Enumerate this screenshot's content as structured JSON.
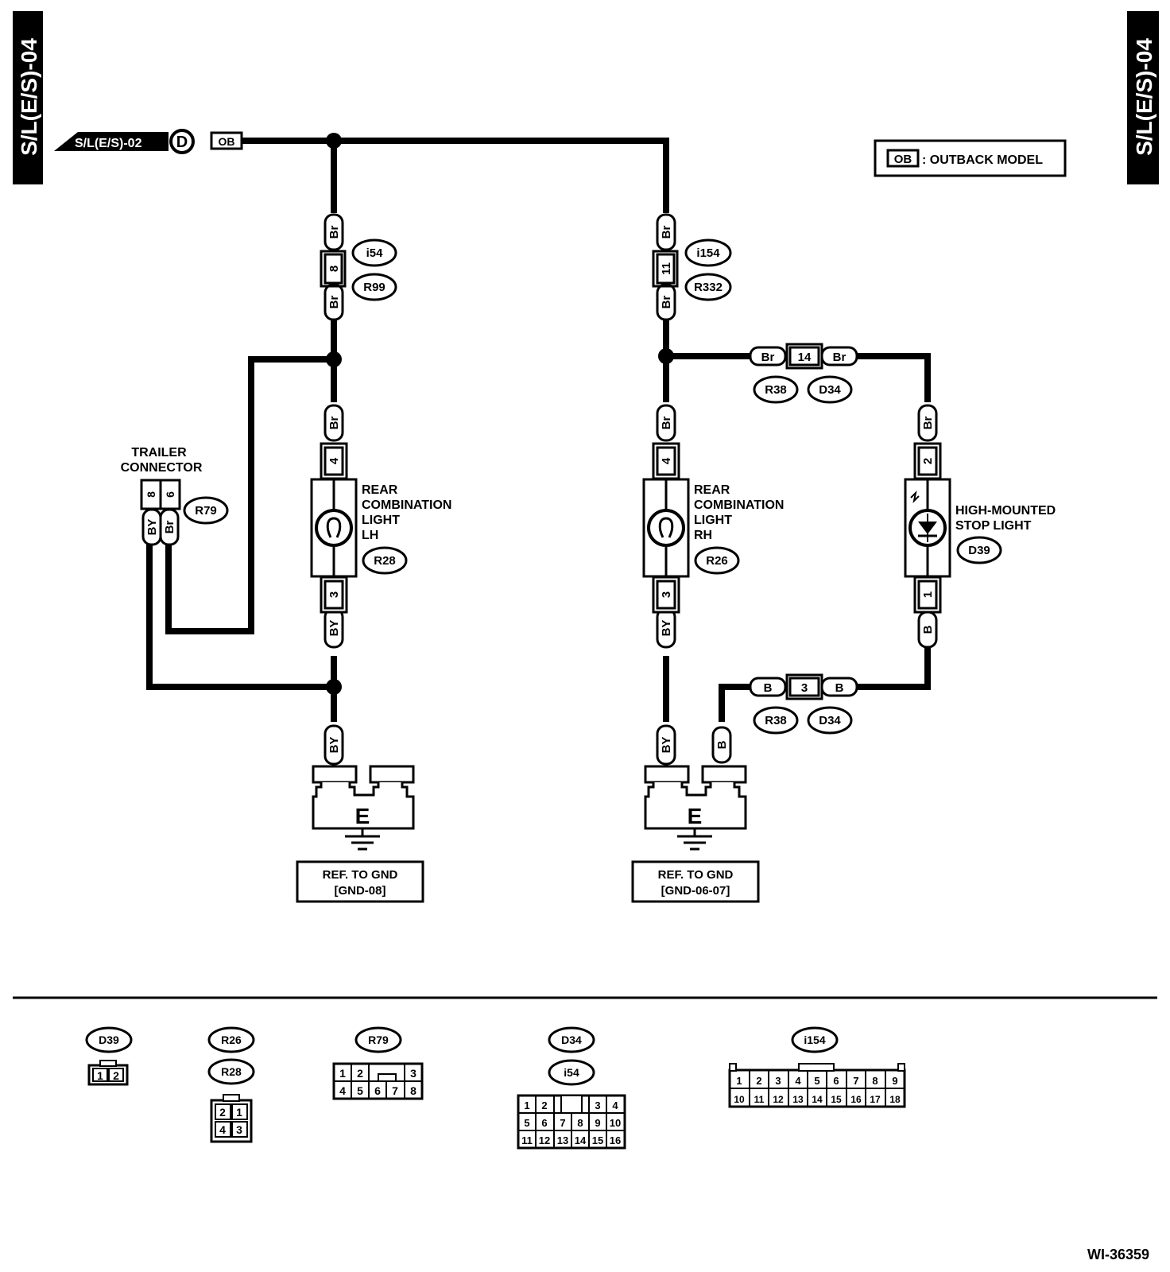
{
  "side_tab": {
    "left": "S/L(E/S)-04",
    "right": "S/L(E/S)-04"
  },
  "source": {
    "label": "S/L(E/S)-02",
    "terminal": "D",
    "ob_tag": "OB"
  },
  "legend": {
    "tag": "OB",
    "text": ": OUTBACK MODEL"
  },
  "wire_colors": {
    "br": "Br",
    "by": "BY",
    "b": "B"
  },
  "connectors": {
    "i54": "i54",
    "r99": "R99",
    "i154": "i154",
    "r332": "R332",
    "r38": "R38",
    "d34": "D34",
    "r79": "R79",
    "r28": "R28",
    "r26": "R26",
    "d39": "D39"
  },
  "pins": {
    "i54_r99": "8",
    "i154_r332": "11",
    "r38_d34_top": "14",
    "r38_d34_bottom": "3",
    "lh_top": "4",
    "lh_bottom": "3",
    "rh_top": "4",
    "rh_bottom": "3",
    "hmsl_top": "2",
    "hmsl_bottom": "1",
    "trailer_left": "8",
    "trailer_right": "6"
  },
  "components": {
    "trailer": [
      "TRAILER",
      "CONNECTOR"
    ],
    "lh": [
      "REAR",
      "COMBINATION",
      "LIGHT",
      "LH"
    ],
    "rh": [
      "REAR",
      "COMBINATION",
      "LIGHT",
      "RH"
    ],
    "hmsl": [
      "HIGH-MOUNTED",
      "STOP LIGHT"
    ]
  },
  "grounds": {
    "symbol": "E",
    "left_ref": [
      "REF. TO GND",
      "[GND-08]"
    ],
    "right_ref": [
      "REF. TO GND",
      "[GND-06-07]"
    ]
  },
  "pinouts": {
    "d39": {
      "tags": [
        "D39"
      ],
      "rows": [
        [
          "1",
          "2"
        ]
      ]
    },
    "r26_r28": {
      "tags": [
        "R26",
        "R28"
      ],
      "rows": [
        [
          "2",
          "1"
        ],
        [
          "4",
          "3"
        ]
      ]
    },
    "r79": {
      "tags": [
        "R79"
      ],
      "rows": [
        [
          "1",
          "2",
          "3"
        ],
        [
          "4",
          "5",
          "6",
          "7",
          "8"
        ]
      ]
    },
    "d34_i54": {
      "tags": [
        "D34",
        "i54"
      ],
      "rows": [
        [
          "1",
          "2",
          "3",
          "4"
        ],
        [
          "5",
          "6",
          "7",
          "8",
          "9",
          "10"
        ],
        [
          "11",
          "12",
          "13",
          "14",
          "15",
          "16"
        ]
      ]
    },
    "i154": {
      "tags": [
        "i154"
      ],
      "rows": [
        [
          "1",
          "2",
          "3",
          "4",
          "5",
          "6",
          "7",
          "8",
          "9"
        ],
        [
          "10",
          "11",
          "12",
          "13",
          "14",
          "15",
          "16",
          "17",
          "18"
        ]
      ]
    }
  },
  "figure_id": "WI-36359"
}
